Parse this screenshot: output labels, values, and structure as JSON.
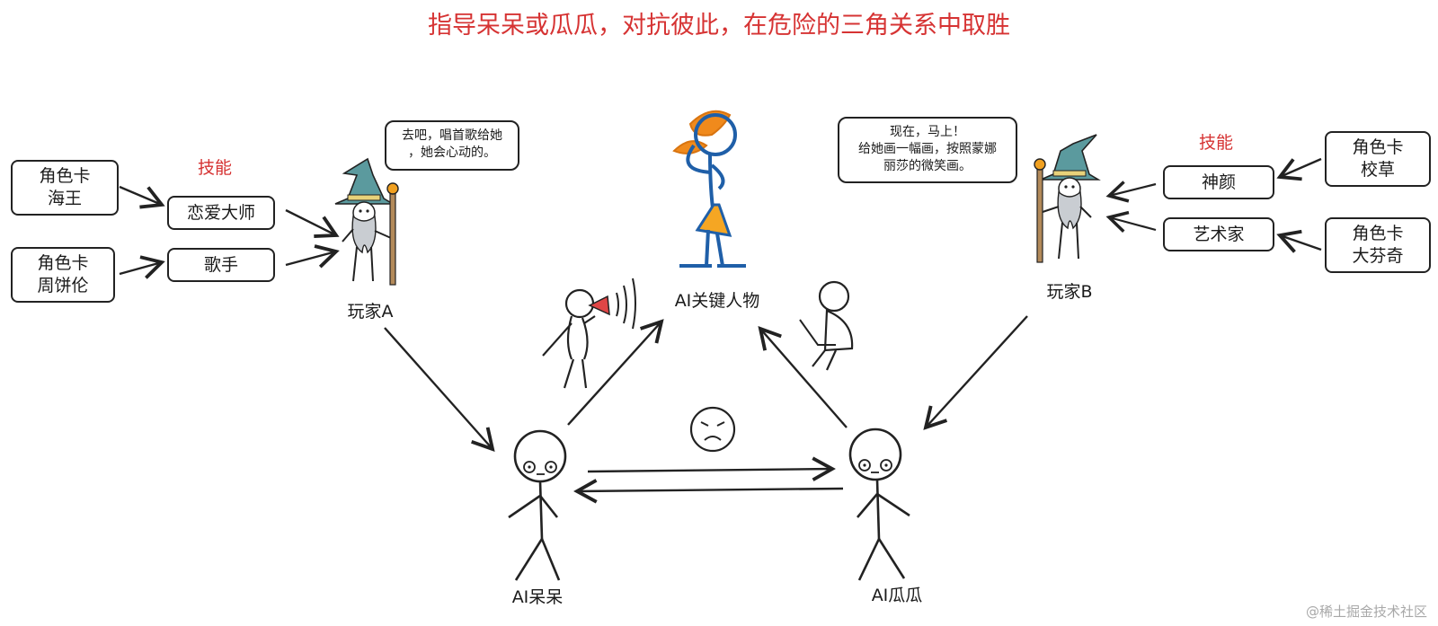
{
  "title": "指导呆呆或瓜瓜，对抗彼此，在危险的三角关系中取胜",
  "skills_label": "技能",
  "player_a": {
    "label": "玩家A",
    "cards": [
      "角色卡\n海王",
      "角色卡\n周饼伦"
    ],
    "skills": [
      "恋爱大师",
      "歌手"
    ],
    "speech": "去吧，唱首歌给她\n，她会心动的。"
  },
  "player_b": {
    "label": "玩家B",
    "cards": [
      "角色卡\n校草",
      "角色卡\n大芬奇"
    ],
    "skills": [
      "神颜",
      "艺术家"
    ],
    "speech": "现在，马上！\n给她画一幅画，按照蒙娜\n丽莎的微笑画。"
  },
  "key_character": "AI关键人物",
  "ai_daidai": "AI呆呆",
  "ai_guagua": "AI瓜瓜",
  "watermark": "@稀土掘金技术社区",
  "colors": {
    "title": "#d63333",
    "wizard_hat": "#5b9a9e",
    "staff_orb": "#f0a020",
    "key_character_body": "#1f5fa8",
    "key_character_hair": "#f08a1c"
  }
}
